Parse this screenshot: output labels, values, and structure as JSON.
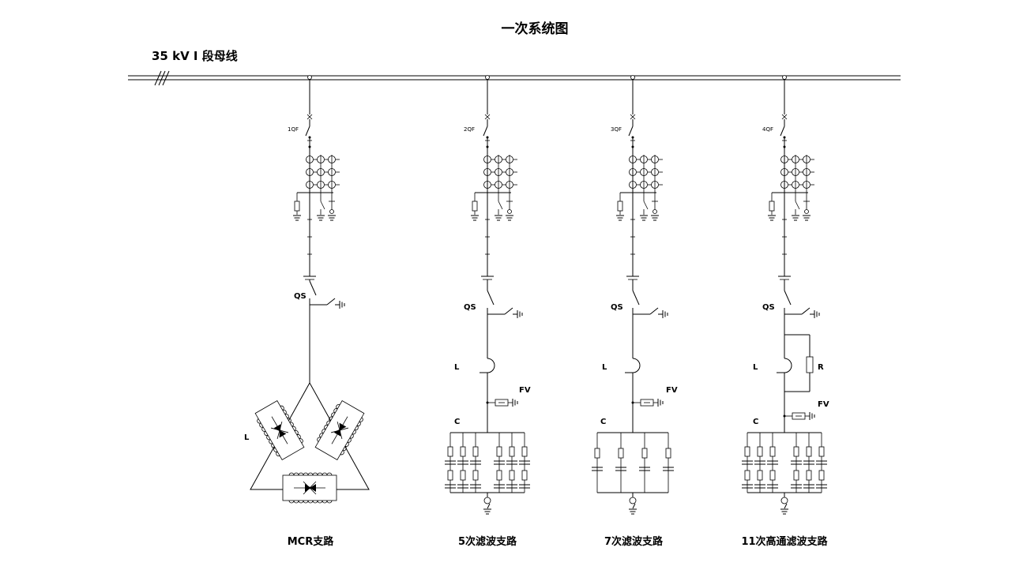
{
  "title": "一次系统图",
  "bus": {
    "label": "35 kV Ⅰ 段母线"
  },
  "branches": [
    {
      "breaker": "1QF",
      "switch": "QS",
      "reactor": "L",
      "caption": "MCR支路"
    },
    {
      "breaker": "2QF",
      "switch": "QS",
      "reactor": "L",
      "arrester": "FV",
      "capacitor": "C",
      "caption": "5次滤波支路"
    },
    {
      "breaker": "3QF",
      "switch": "QS",
      "reactor": "L",
      "arrester": "FV",
      "capacitor": "C",
      "caption": "7次滤波支路"
    },
    {
      "breaker": "4QF",
      "switch": "QS",
      "reactor": "L",
      "resistor": "R",
      "arrester": "FV",
      "capacitor": "C",
      "caption": "11次高通滤波支路"
    }
  ]
}
